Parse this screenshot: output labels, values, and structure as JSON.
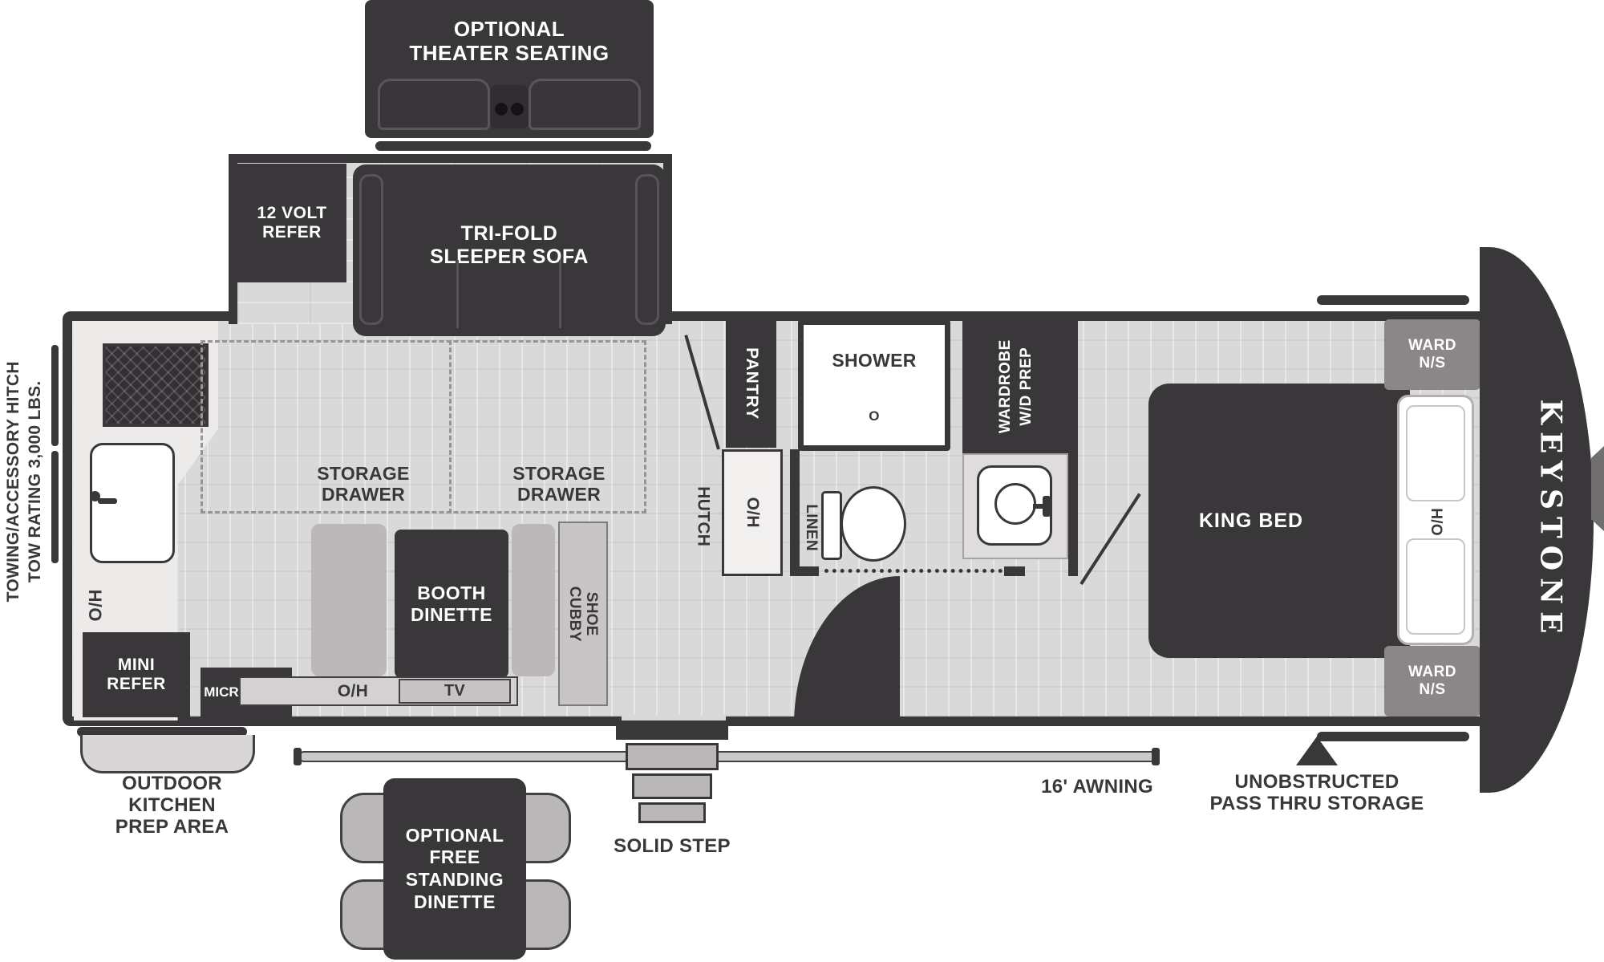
{
  "colors": {
    "dark_charcoal": "#3a373a",
    "floor_gray": "#dad9d9",
    "counter_gray": "#ecebea",
    "bench_gray": "#bcb8b9",
    "ward_gray": "#8b8788",
    "white": "#ffffff"
  },
  "exterior": {
    "hitch_line1": "TOWING/ACCESSORY HITCH",
    "hitch_line2": "TOW RATING 3,000 LBS.",
    "brand": "KEYSTONE",
    "awning": "16' AWNING",
    "solid_step": "SOLID STEP",
    "outdoor_line1": "OUTDOOR",
    "outdoor_line2": "KITCHEN",
    "outdoor_line3": "PREP AREA",
    "passthru_line1": "UNOBSTRUCTED",
    "passthru_line2": "PASS THRU STORAGE"
  },
  "slideouts": {
    "theater_line1": "OPTIONAL",
    "theater_line2": "THEATER SEATING",
    "refer_line1": "12 VOLT",
    "refer_line2": "REFER",
    "sofa_line1": "TRI-FOLD",
    "sofa_line2": "SLEEPER SOFA"
  },
  "kitchen": {
    "oh": "O/H",
    "mini_line1": "MINI",
    "mini_line2": "REFER",
    "microwave": "MICROWAVE"
  },
  "living": {
    "storage_line1": "STORAGE",
    "storage_line2": "DRAWER",
    "booth_line1": "BOOTH",
    "booth_line2": "DINETTE",
    "tv": "TV",
    "oh": "O/H",
    "shoe_line1": "SHOE",
    "shoe_line2": "CUBBY",
    "hutch": "HUTCH",
    "hutch_oh": "O/H",
    "pantry": "PANTRY"
  },
  "bath": {
    "shower": "SHOWER",
    "drain": "O",
    "linen": "LINEN",
    "wardrobe_line1": "WARDROBE",
    "wardrobe_line2": "W/D PREP"
  },
  "bedroom": {
    "king_bed": "KING BED",
    "ho": "H/O",
    "ward_line1": "WARD",
    "ward_line2": "N/S"
  },
  "dinette_option": {
    "line1": "OPTIONAL",
    "line2": "FREE",
    "line3": "STANDING",
    "line4": "DINETTE"
  }
}
